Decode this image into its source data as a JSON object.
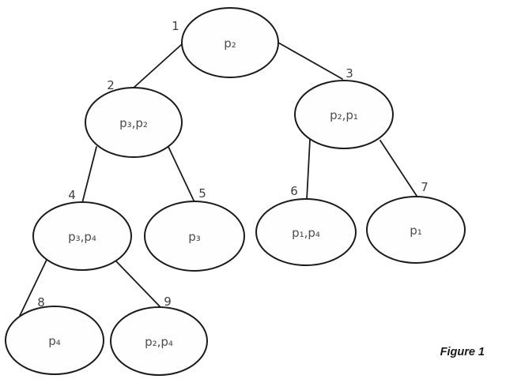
{
  "figure": {
    "caption": "Figure 1"
  },
  "diagram": {
    "type": "tree",
    "description": "Binary tree of 9 numbered oval nodes; each node contains a set of p-subscript labels",
    "nodes": [
      {
        "number": "1",
        "label": "p₂"
      },
      {
        "number": "2",
        "label": "p₃,p₂"
      },
      {
        "number": "3",
        "label": "p₂,p₁"
      },
      {
        "number": "4",
        "label": "p₃,p₄"
      },
      {
        "number": "5",
        "label": "p₃"
      },
      {
        "number": "6",
        "label": "p₁,p₄"
      },
      {
        "number": "7",
        "label": "p₁"
      },
      {
        "number": "8",
        "label": "p₄"
      },
      {
        "number": "9",
        "label": "p₂,p₄"
      }
    ],
    "edges": [
      {
        "from": "1",
        "to": "2"
      },
      {
        "from": "1",
        "to": "3"
      },
      {
        "from": "2",
        "to": "4"
      },
      {
        "from": "2",
        "to": "5"
      },
      {
        "from": "3",
        "to": "6"
      },
      {
        "from": "3",
        "to": "7"
      },
      {
        "from": "4",
        "to": "8"
      },
      {
        "from": "4",
        "to": "9"
      }
    ],
    "colors": {
      "stroke": "#1b1b1b",
      "node_text": "#4d4d4d",
      "number_text": "#3f3f3f",
      "caption_text": "#1a1a1a",
      "background": "#ffffff"
    }
  }
}
